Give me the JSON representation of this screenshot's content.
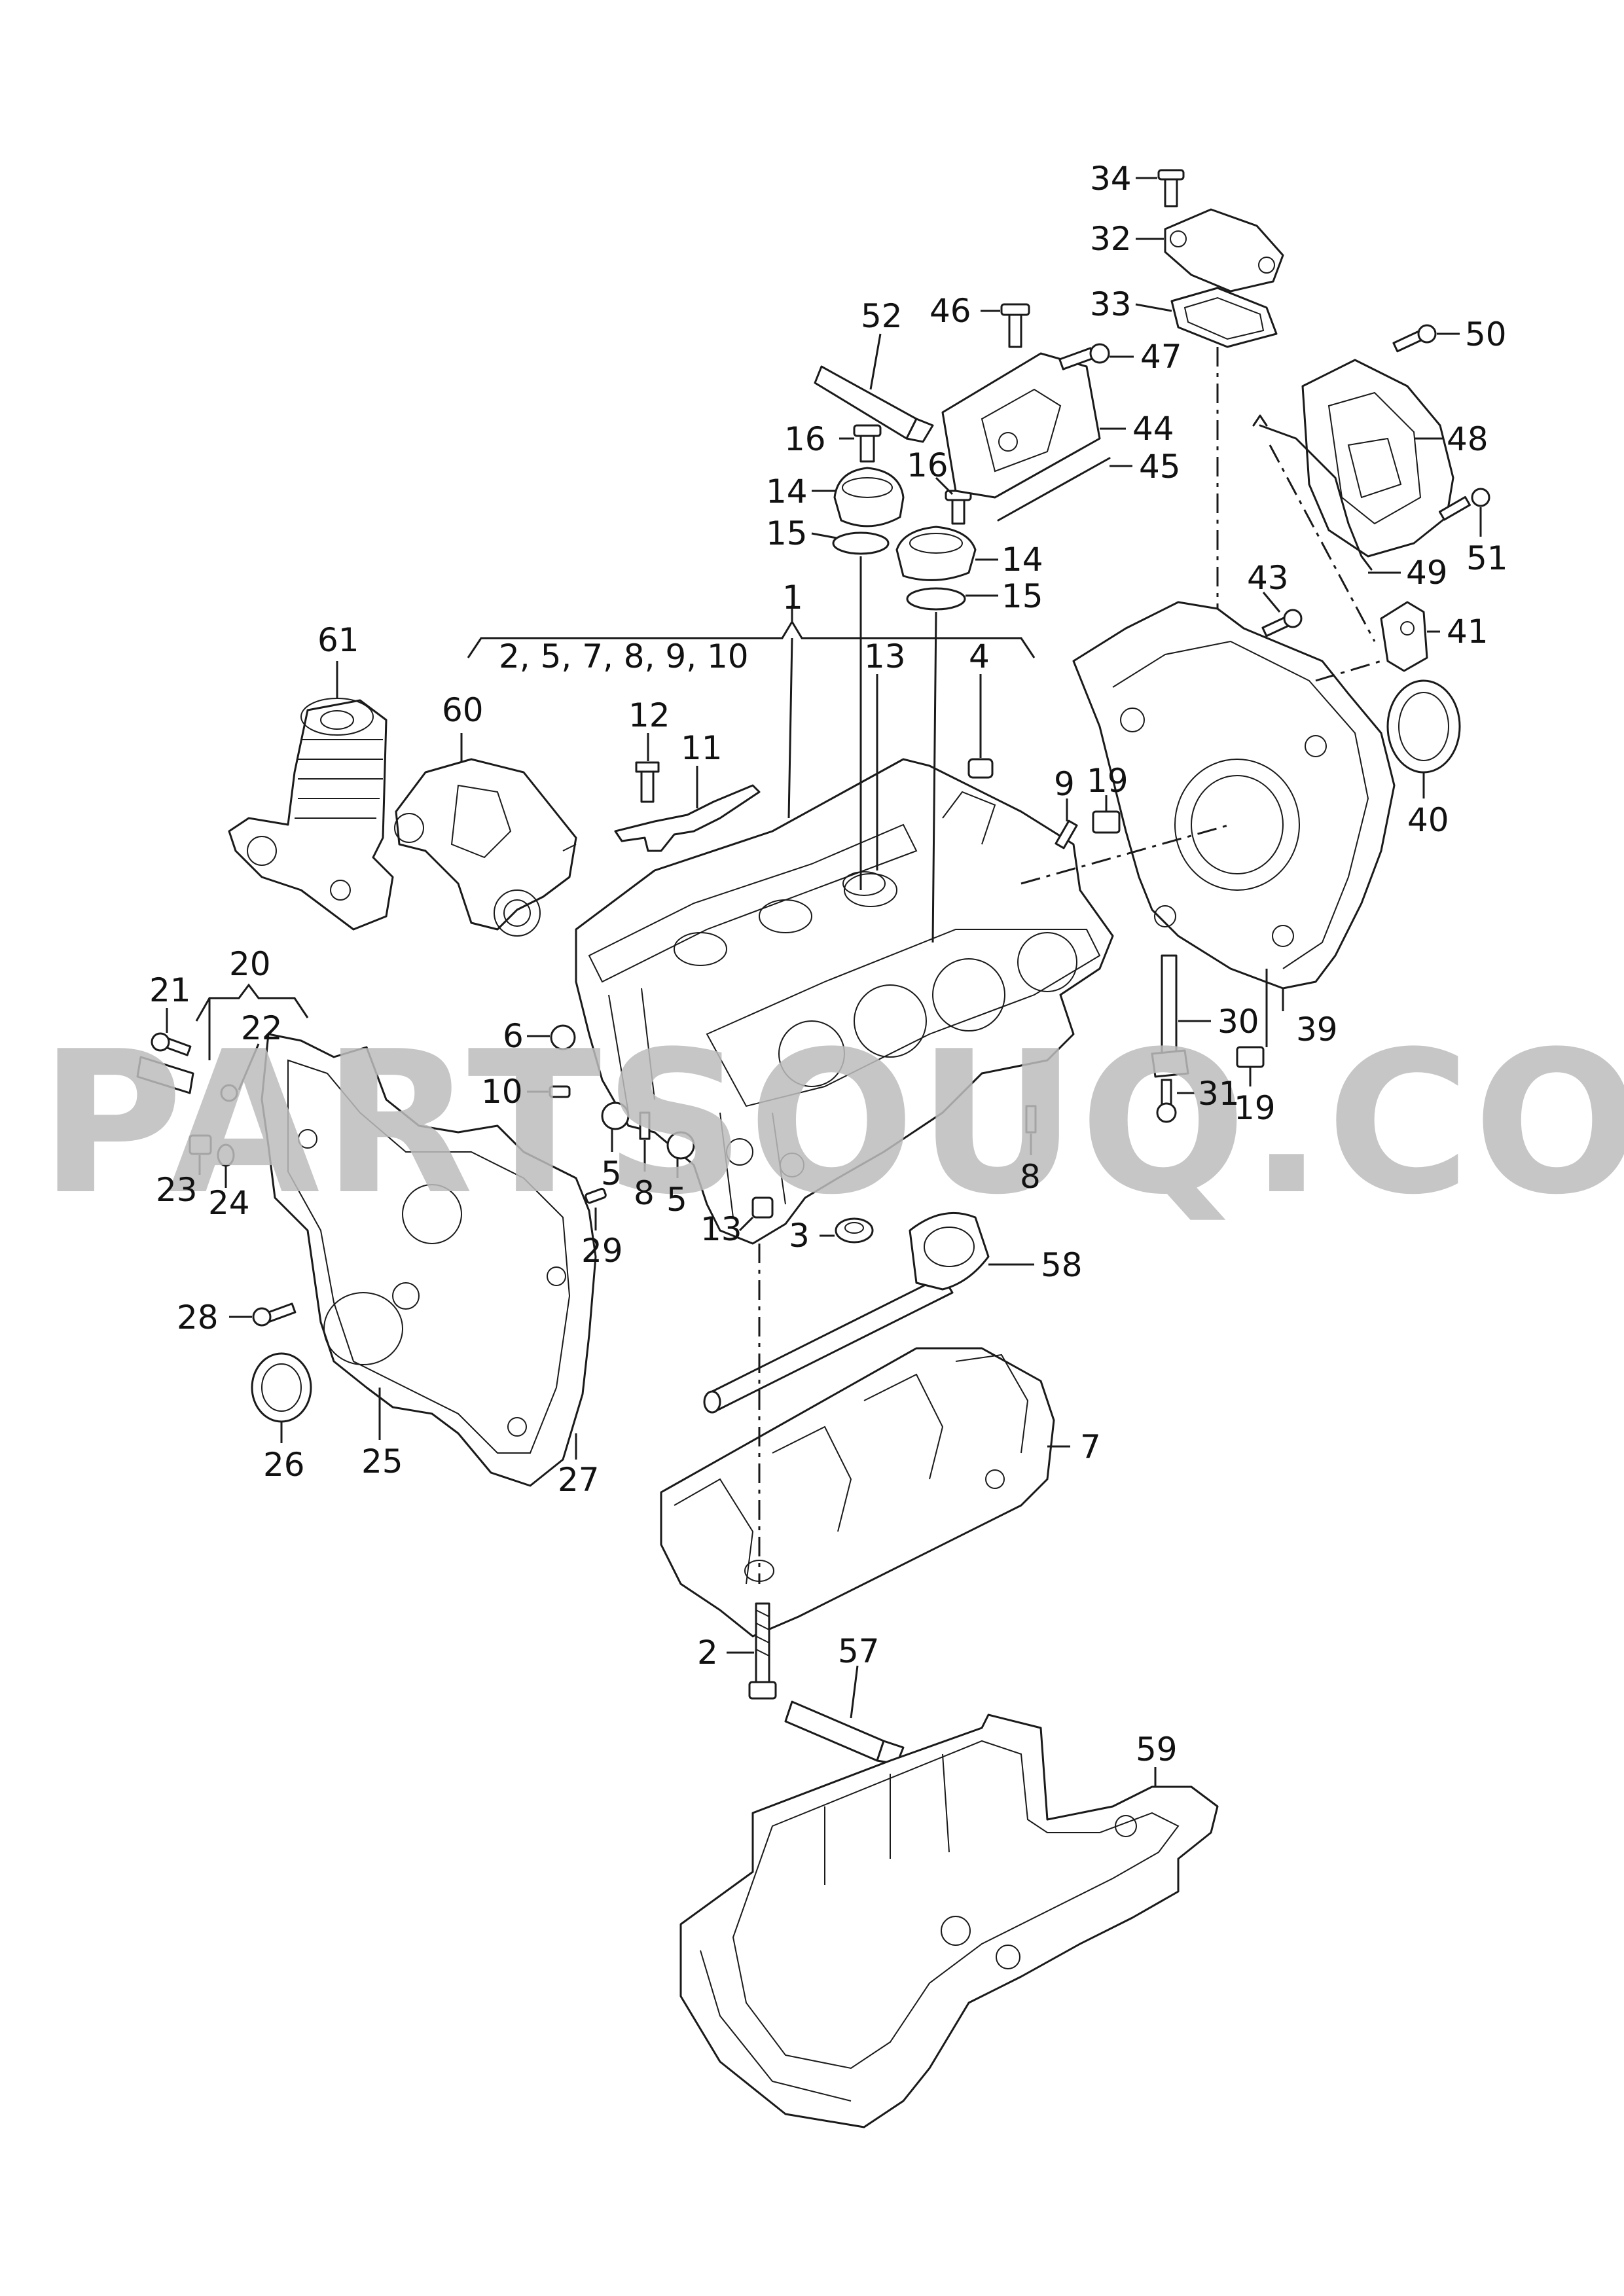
{
  "watermark": "PARTSOUQ.COM",
  "group_label": "2, 5, 7, 8, 9, 10",
  "group_20_label": "20",
  "callouts": {
    "c1": "1",
    "c2": "2",
    "c3": "3",
    "c4": "4",
    "c5a": "5",
    "c5b": "5",
    "c6": "6",
    "c7": "7",
    "c8a": "8",
    "c8b": "8",
    "c9": "9",
    "c10": "10",
    "c11": "11",
    "c12": "12",
    "c13a": "13",
    "c13b": "13",
    "c14a": "14",
    "c14b": "14",
    "c15a": "15",
    "c15b": "15",
    "c16a": "16",
    "c16b": "16",
    "c19a": "19",
    "c19b": "19",
    "c21": "21",
    "c22": "22",
    "c23": "23",
    "c24": "24",
    "c25": "25",
    "c26": "26",
    "c27": "27",
    "c28": "28",
    "c29": "29",
    "c30": "30",
    "c31": "31",
    "c32": "32",
    "c33": "33",
    "c34": "34",
    "c39": "39",
    "c40": "40",
    "c41": "41",
    "c43": "43",
    "c44": "44",
    "c45": "45",
    "c46": "46",
    "c47": "47",
    "c48": "48",
    "c49": "49",
    "c50": "50",
    "c51": "51",
    "c52": "52",
    "c57": "57",
    "c58": "58",
    "c59": "59",
    "c60": "60",
    "c61": "61"
  }
}
